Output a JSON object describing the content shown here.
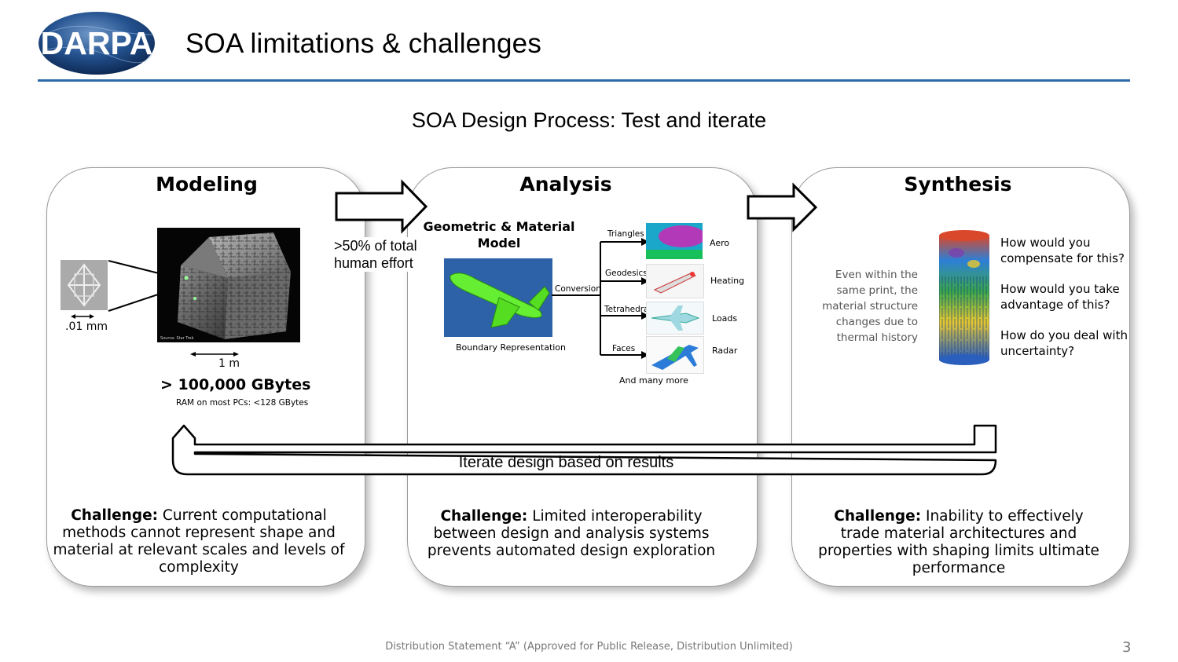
{
  "logo": {
    "text": "DARPA"
  },
  "title": "SOA limitations & challenges",
  "subtitle": "SOA Design Process: Test and iterate",
  "arrow_note": ">50% of total human effort",
  "panels": {
    "modeling": {
      "title": "Modeling",
      "scale_small": ".01 mm",
      "scale_large": "1 m",
      "image_caption_left": "Source: Star Trek",
      "data_size": "> 100,000 GBytes",
      "ram_note": "RAM on most PCs: <128 GBytes",
      "challenge_label": "Challenge:",
      "challenge_text": " Current computational methods cannot represent shape and material at relevant scales and levels of complexity"
    },
    "analysis": {
      "title": "Analysis",
      "model_label": "Geometric & Material Model",
      "brep_label": "Boundary Representation",
      "conversion_label": "Conversion",
      "branches": [
        "Triangles",
        "Geodesics",
        "Tetrahedra",
        "Faces"
      ],
      "results": [
        "Aero",
        "Heating",
        "Loads",
        "Radar"
      ],
      "more": "And many more",
      "challenge_label": "Challenge:",
      "challenge_text": " Limited interoperability between design and analysis systems prevents automated design exploration"
    },
    "synthesis": {
      "title": "Synthesis",
      "note": "Even within the same print, the material structure changes due to thermal history",
      "questions": [
        "How would you compensate for this?",
        "How would you take advantage of this?",
        "How do you deal with uncertainty?"
      ],
      "challenge_label": "Challenge:",
      "challenge_text": " Inability to effectively trade material architectures and properties with shaping limits ultimate performance"
    }
  },
  "iterate_label": "Iterate design based on results",
  "footer": "Distribution Statement “A” (Approved for Public Release, Distribution Unlimited)",
  "page_number": "3",
  "colors": {
    "rule": "#2e6aa8",
    "logo_blue": "#1d3f7a",
    "aircraft_green": "#55dd22"
  }
}
